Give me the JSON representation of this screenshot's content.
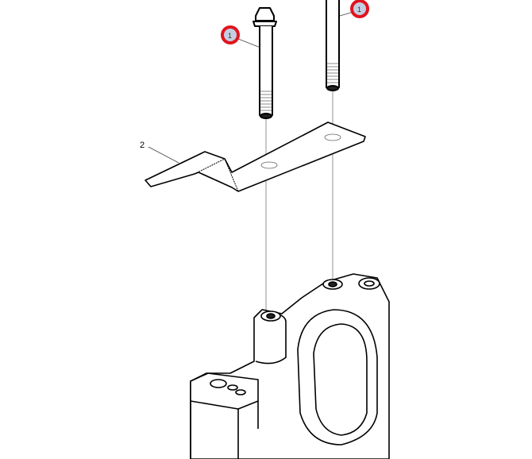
{
  "callouts": [
    {
      "label": "1",
      "highlighted": true
    },
    {
      "label": "1",
      "highlighted": true
    },
    {
      "label": "2",
      "highlighted": false
    }
  ],
  "colors": {
    "highlight_ring": "#e0141e",
    "callout_fill": "#c3cfe0",
    "line": "#000000"
  }
}
